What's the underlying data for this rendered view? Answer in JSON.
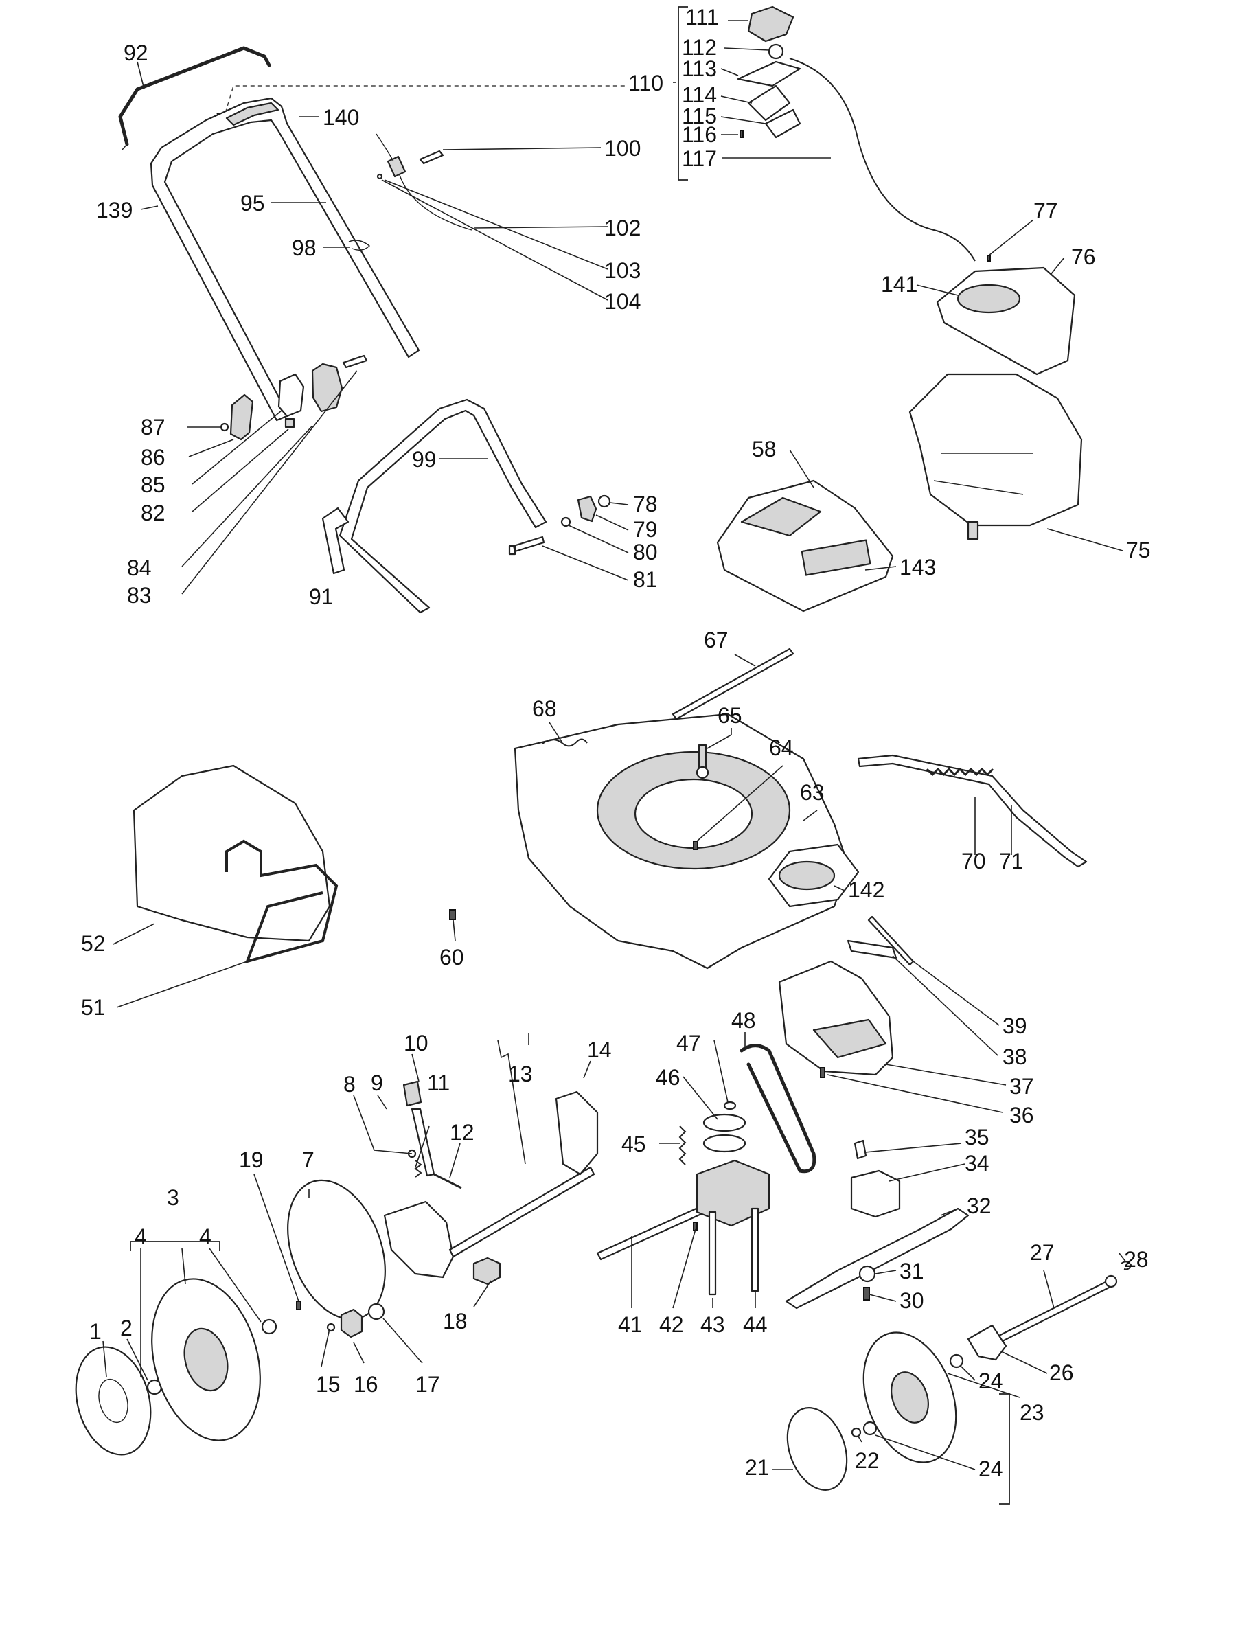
{
  "colors": {
    "ink": "#111111",
    "line": "#222222",
    "fill": "#ffffff",
    "shade": "#d6d6d6",
    "dark": "#555555"
  },
  "labels": {
    "p1": "1",
    "p2": "2",
    "p3": "3",
    "p4a": "4",
    "p4b": "4",
    "p7": "7",
    "p8": "8",
    "p9": "9",
    "p10": "10",
    "p11": "11",
    "p12": "12",
    "p13": "13",
    "p14": "14",
    "p15": "15",
    "p16": "16",
    "p17": "17",
    "p18": "18",
    "p19": "19",
    "p21": "21",
    "p22": "22",
    "p23": "23",
    "p24a": "24",
    "p24b": "24",
    "p26": "26",
    "p27": "27",
    "p28": "28",
    "p30": "30",
    "p31": "31",
    "p32": "32",
    "p34": "34",
    "p35": "35",
    "p36": "36",
    "p37": "37",
    "p38": "38",
    "p39": "39",
    "p41": "41",
    "p42": "42",
    "p43": "43",
    "p44": "44",
    "p45": "45",
    "p46": "46",
    "p47": "47",
    "p48": "48",
    "p51": "51",
    "p52": "52",
    "p58": "58",
    "p60": "60",
    "p63": "63",
    "p64": "64",
    "p65": "65",
    "p67": "67",
    "p68": "68",
    "p70": "70",
    "p71": "71",
    "p75": "75",
    "p76": "76",
    "p77": "77",
    "p78": "78",
    "p79": "79",
    "p80": "80",
    "p81": "81",
    "p82": "82",
    "p83": "83",
    "p84": "84",
    "p85": "85",
    "p86": "86",
    "p87": "87",
    "p91": "91",
    "p92": "92",
    "p95": "95",
    "p98": "98",
    "p99": "99",
    "p100": "100",
    "p102": "102",
    "p103": "103",
    "p104": "104",
    "p110": "110",
    "p111": "111",
    "p112": "112",
    "p113": "113",
    "p114": "114",
    "p115": "115",
    "p116": "116",
    "p117": "117",
    "p139": "139",
    "p140": "140",
    "p141": "141",
    "p142": "142",
    "p143": "143"
  }
}
